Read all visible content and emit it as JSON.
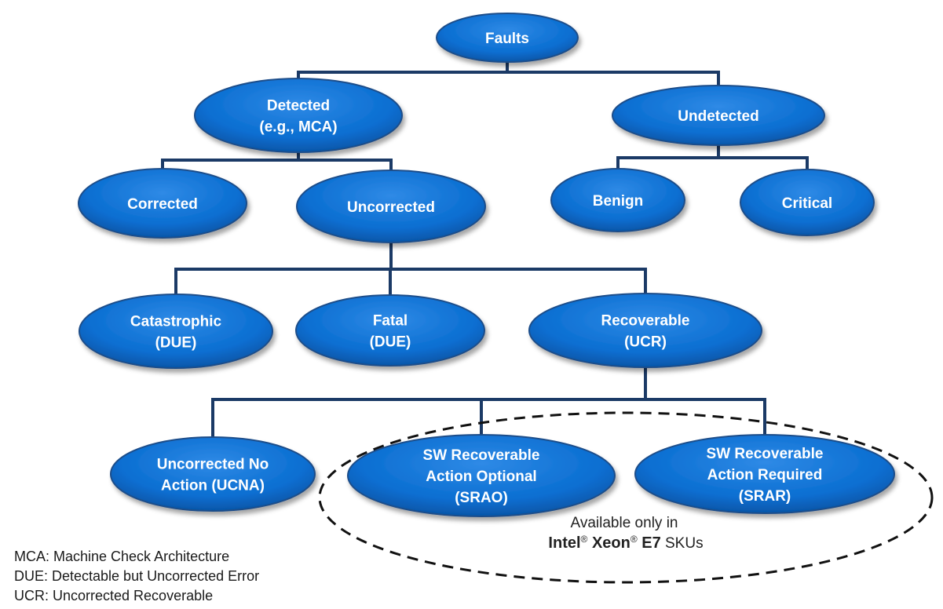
{
  "diagram": {
    "nodes": {
      "faults": {
        "lines": [
          "Faults"
        ]
      },
      "detected": {
        "lines": [
          "Detected",
          "(e.g., MCA)"
        ]
      },
      "undetected": {
        "lines": [
          "Undetected"
        ]
      },
      "corrected": {
        "lines": [
          "Corrected"
        ]
      },
      "uncorrected": {
        "lines": [
          "Uncorrected"
        ]
      },
      "benign": {
        "lines": [
          "Benign"
        ]
      },
      "critical": {
        "lines": [
          "Critical"
        ]
      },
      "catastrophic": {
        "lines": [
          "Catastrophic",
          "(DUE)"
        ]
      },
      "fatal": {
        "lines": [
          "Fatal",
          "(DUE)"
        ]
      },
      "recoverable": {
        "lines": [
          "Recoverable",
          "(UCR)"
        ]
      },
      "ucna": {
        "lines": [
          "Uncorrected No",
          "Action (UCNA)"
        ]
      },
      "srao": {
        "lines": [
          "SW Recoverable",
          "Action Optional",
          "(SRAO)"
        ]
      },
      "srar": {
        "lines": [
          "SW Recoverable",
          "Action Required",
          "(SRAR)"
        ]
      }
    },
    "edges": [
      [
        "faults",
        "detected"
      ],
      [
        "faults",
        "undetected"
      ],
      [
        "detected",
        "corrected"
      ],
      [
        "detected",
        "uncorrected"
      ],
      [
        "undetected",
        "benign"
      ],
      [
        "undetected",
        "critical"
      ],
      [
        "uncorrected",
        "catastrophic"
      ],
      [
        "uncorrected",
        "fatal"
      ],
      [
        "uncorrected",
        "recoverable"
      ],
      [
        "recoverable",
        "ucna"
      ],
      [
        "recoverable",
        "srao"
      ],
      [
        "recoverable",
        "srar"
      ]
    ],
    "annotation": {
      "line1": "Available only in",
      "intel": "Intel",
      "reg1": "®",
      "xeon": " Xeon",
      "reg2": "®",
      "e7": " E7",
      "skus": " SKUs"
    }
  },
  "legend": {
    "items": [
      "MCA: Machine Check Architecture",
      "DUE: Detectable but Uncorrected Error",
      "UCR: Uncorrected Recoverable"
    ]
  },
  "colors": {
    "node_fill": "#0a6ed1",
    "node_stroke": "#1f4e8a",
    "connector": "#1b3a66"
  }
}
